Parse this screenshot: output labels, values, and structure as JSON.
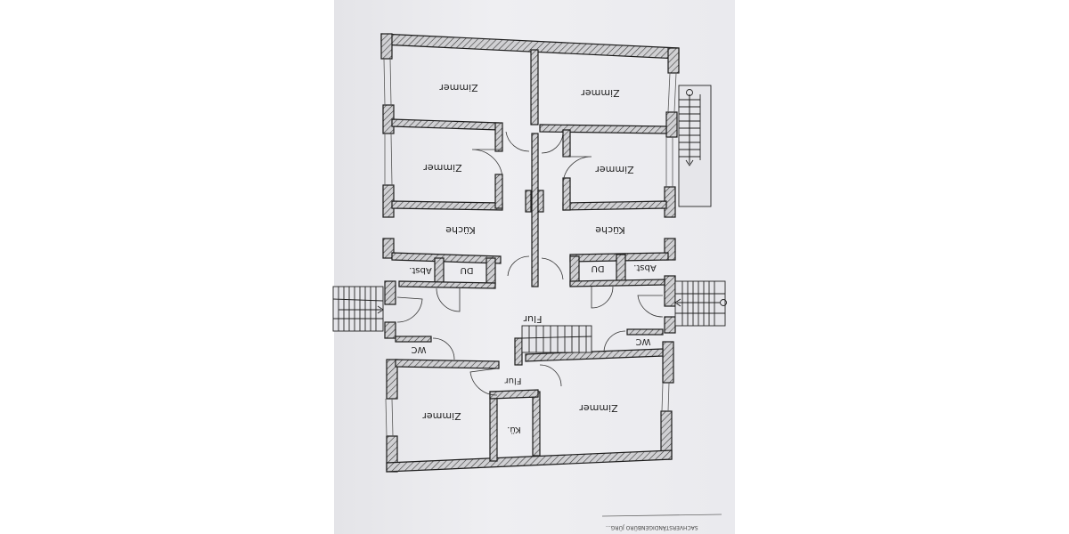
{
  "plan": {
    "orientation": "upside-down",
    "colors": {
      "paper": "#ebebef",
      "wall_fill": "#d0d0d3",
      "wall_stroke": "#1c1c1c",
      "hatch": "#3a3a3a"
    },
    "rooms": {
      "zimmer_top_left": "Zimmer",
      "zimmer_top_right": "Zimmer",
      "zimmer_mid_left": "Zimmer",
      "zimmer_mid_right": "Zimmer",
      "kueche_left": "Küche",
      "kueche_right": "Küche",
      "abst_left": "Abst.",
      "du_left": "DU",
      "du_right": "DU",
      "abst_right": "Abst.",
      "flur_main": "Flur",
      "wc_left": "WC",
      "wc_right": "WC",
      "flur_small": "Flur",
      "zimmer_bottom_left": "Zimmer",
      "ku": "Kü.",
      "zimmer_bottom_right": "Zimmer"
    },
    "caption": "SACHVERSTÄNDIGENBÜRO JÜRG..."
  }
}
